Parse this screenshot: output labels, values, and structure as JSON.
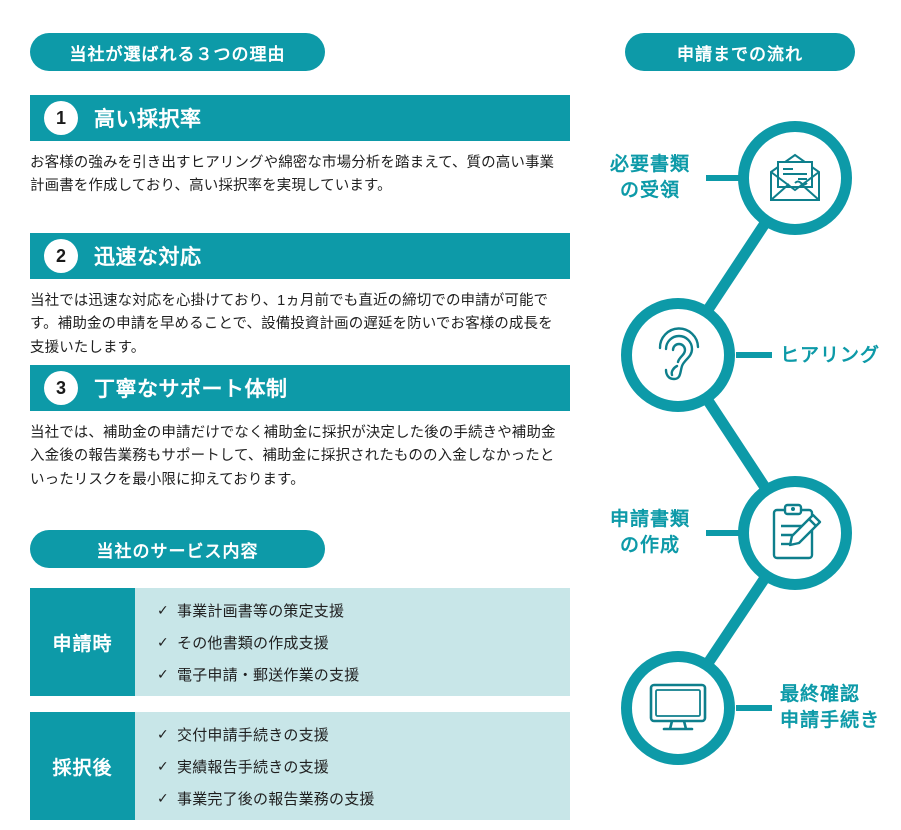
{
  "reasons_section": {
    "pill_label": "当社が選ばれる３つの理由",
    "items": [
      {
        "number": "1",
        "title": "高い採択率",
        "body": "お客様の強みを引き出すヒアリングや綿密な市場分析を踏まえて、質の高い事業計画書を作成しており、高い採択率を実現しています。"
      },
      {
        "number": "2",
        "title": "迅速な対応",
        "body": "当社では迅速な対応を心掛けており、1ヵ月前でも直近の締切での申請が可能です。補助金の申請を早めることで、設備投資計画の遅延を防いでお客様の成長を支援いたします。"
      },
      {
        "number": "3",
        "title": "丁寧なサポート体制",
        "body": "当社では、補助金の申請だけでなく補助金に採択が決定した後の手続きや補助金入金後の報告業務もサポートして、補助金に採択されたものの入金しなかったといったリスクを最小限に抑えております。"
      }
    ]
  },
  "services_section": {
    "pill_label": "当社のサービス内容",
    "check_mark": "✓",
    "tables": [
      {
        "header": "申請時",
        "items": [
          "事業計画書等の策定支援",
          "その他書類の作成支援",
          "電子申請・郵送作業の支援"
        ]
      },
      {
        "header": "採択後",
        "items": [
          "交付申請手続きの支援",
          "実績報告手続きの支援",
          "事業完了後の報告業務の支援"
        ]
      }
    ]
  },
  "flow_section": {
    "pill_label": "申請までの流れ",
    "steps": [
      {
        "label": "必要書類\nの受領",
        "icon": "envelope-icon",
        "side": "left"
      },
      {
        "label": "ヒアリング",
        "icon": "ear-icon",
        "side": "right"
      },
      {
        "label": "申請書類\nの作成",
        "icon": "clipboard-pencil-icon",
        "side": "left"
      },
      {
        "label": "最終確認\n申請手続き",
        "icon": "monitor-icon",
        "side": "right"
      }
    ]
  },
  "colors": {
    "teal": "#0d9aa8",
    "light_cyan": "#c8e6e8",
    "text": "#1f1f1f",
    "white": "#ffffff"
  }
}
